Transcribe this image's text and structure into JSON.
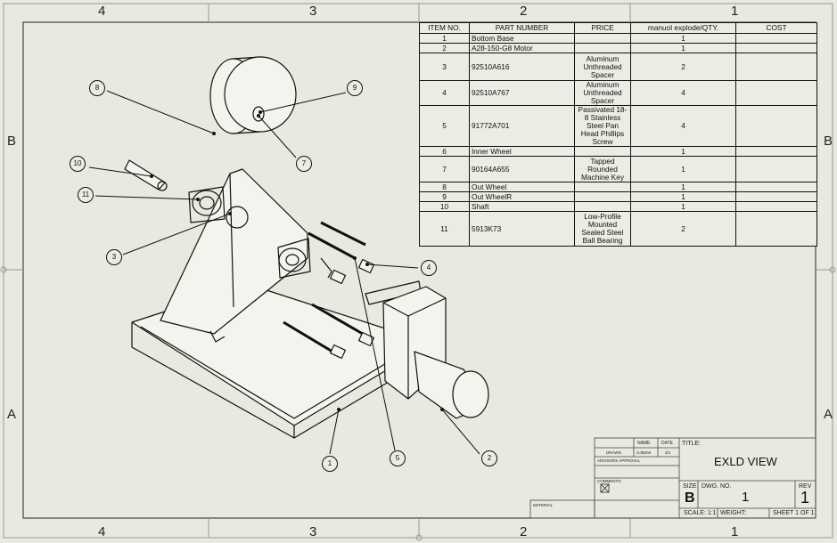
{
  "zones": {
    "columns": [
      "4",
      "3",
      "2",
      "1"
    ],
    "rows": [
      "B",
      "A"
    ]
  },
  "bom": {
    "headers": [
      "ITEM NO.",
      "PART NUMBER",
      "PRICE",
      "manuol explode/QTY.",
      "COST"
    ],
    "rows": [
      {
        "item": "1",
        "part": "Bottom Base",
        "price": "",
        "qty": "1",
        "cost": ""
      },
      {
        "item": "2",
        "part": "A28-150-G8 Motor",
        "price": "",
        "qty": "1",
        "cost": ""
      },
      {
        "item": "3",
        "part": "92510A616",
        "price": "Aluminum Unthreaded Spacer",
        "qty": "2",
        "cost": ""
      },
      {
        "item": "4",
        "part": "92510A767",
        "price": "Aluminum Unthreaded Spacer",
        "qty": "4",
        "cost": ""
      },
      {
        "item": "5",
        "part": "91772A701",
        "price": "Passivated 18-8 Stainless Steel Pan Head Phillips Screw",
        "qty": "4",
        "cost": ""
      },
      {
        "item": "6",
        "part": "Inner Wheel",
        "price": "",
        "qty": "1",
        "cost": ""
      },
      {
        "item": "7",
        "part": "90164A655",
        "price": "Tapped Rounded Machine Key",
        "qty": "1",
        "cost": ""
      },
      {
        "item": "8",
        "part": "Out Wheel",
        "price": "",
        "qty": "1",
        "cost": ""
      },
      {
        "item": "9",
        "part": "Out WheelR",
        "price": "",
        "qty": "1",
        "cost": ""
      },
      {
        "item": "10",
        "part": "Shaft",
        "price": "",
        "qty": "1",
        "cost": ""
      },
      {
        "item": "11",
        "part": "5913K73",
        "price": "Low-Profile Mounted Sealed Steel Ball Bearing",
        "qty": "2",
        "cost": ""
      }
    ]
  },
  "balloons": [
    "8",
    "9",
    "7",
    "10",
    "11",
    "3",
    "4",
    "1",
    "5",
    "2"
  ],
  "titleblock": {
    "name_hdr": "NAME",
    "date_hdr": "DATE",
    "drawn": "DRAWN",
    "drawn_name": "GJB204",
    "drawn_date": "3/1",
    "advisor": "ADVISORS APPROVAL",
    "comments": "COMMENTS:",
    "material": "MATERIAL",
    "title_label": "TITLE:",
    "title": "EXLD VIEW",
    "size_label": "SIZE",
    "size": "B",
    "dwg_label": "DWG.  NO.",
    "dwg_no": "1",
    "rev_label": "REV",
    "rev": "1",
    "scale": "SCALE: 1:1",
    "weight": "WEIGHT:",
    "sheet": "SHEET 1 OF 1"
  }
}
